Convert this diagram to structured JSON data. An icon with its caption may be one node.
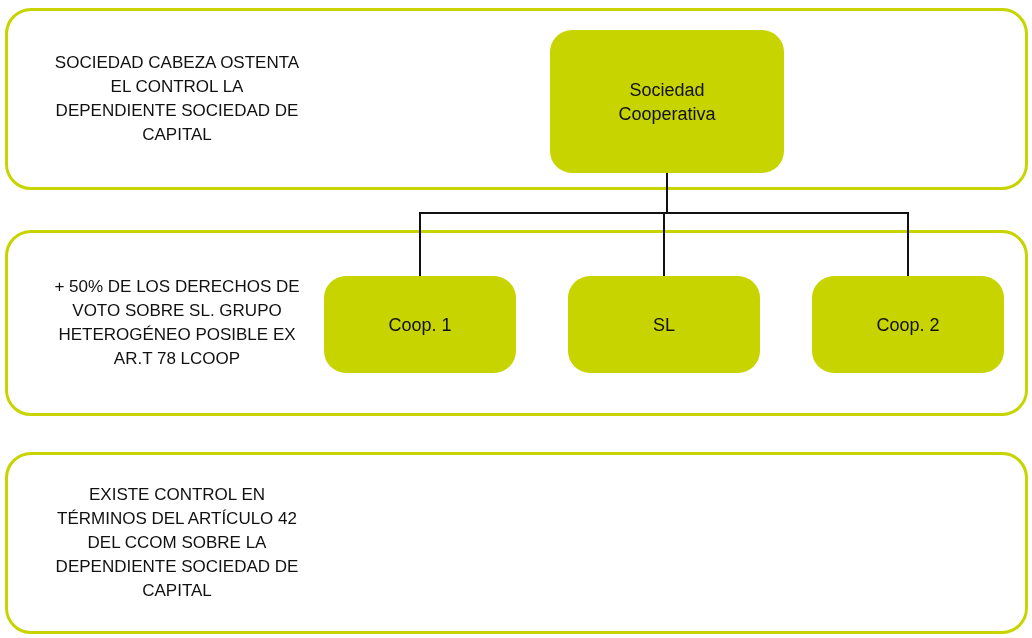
{
  "diagram": {
    "nodes": [
      {
        "text": [
          "SOCIEDAD CABEZA OSTENTA EL CONTROL LA DEPENDIENTE SOCIEDAD DE CAPITAL"
        ]
      },
      {
        "text": [
          "Sociedad Cooperativa"
        ],
        "in": 0
      },
      {
        "text": [
          "+ 50% DE LOS DERECHOS DE VOTO SOBRE SL. GRUPO HETEROGÉNEO POSIBLE EX AR.T 78 LCOOP"
        ]
      },
      {
        "text": [
          "Coop. 1"
        ],
        "in": 2
      },
      {
        "text": [
          "SL"
        ],
        "in": 2
      },
      {
        "text": [
          "Coop. 2"
        ],
        "in": 2
      },
      {
        "text": [
          "EXISTE CONTROL EN TÉRMINOS DEL ARTÍCULO 42 DEL CCOM  SOBRE LA DEPENDIENTE SOCIEDAD DE CAPITAL"
        ]
      }
    ],
    "edges": [
      {
        "from": 1,
        "to": 3,
        "arrow": "none"
      },
      {
        "from": 1,
        "to": 4,
        "arrow": "none"
      },
      {
        "from": 1,
        "to": 5,
        "arrow": "none"
      }
    ]
  }
}
